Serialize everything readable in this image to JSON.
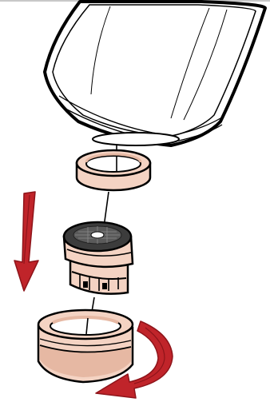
{
  "diagram": {
    "kind": "exploded assembly illustration",
    "parts": [
      "faucet-spout",
      "washer-ring",
      "aerator-insert",
      "aerator-housing"
    ],
    "arrows": [
      "down-arrow",
      "rotate-arrow"
    ],
    "colors": {
      "outline": "#000000",
      "spout_fill": "#ffffff",
      "part_fill": "#f4d3c3",
      "part_shade": "#e6b8a3",
      "screen_fill": "#3c3c3c",
      "arrow_fill": "#c0242a",
      "arrow_shade": "#8e141a",
      "guide_line": "#000000"
    }
  }
}
